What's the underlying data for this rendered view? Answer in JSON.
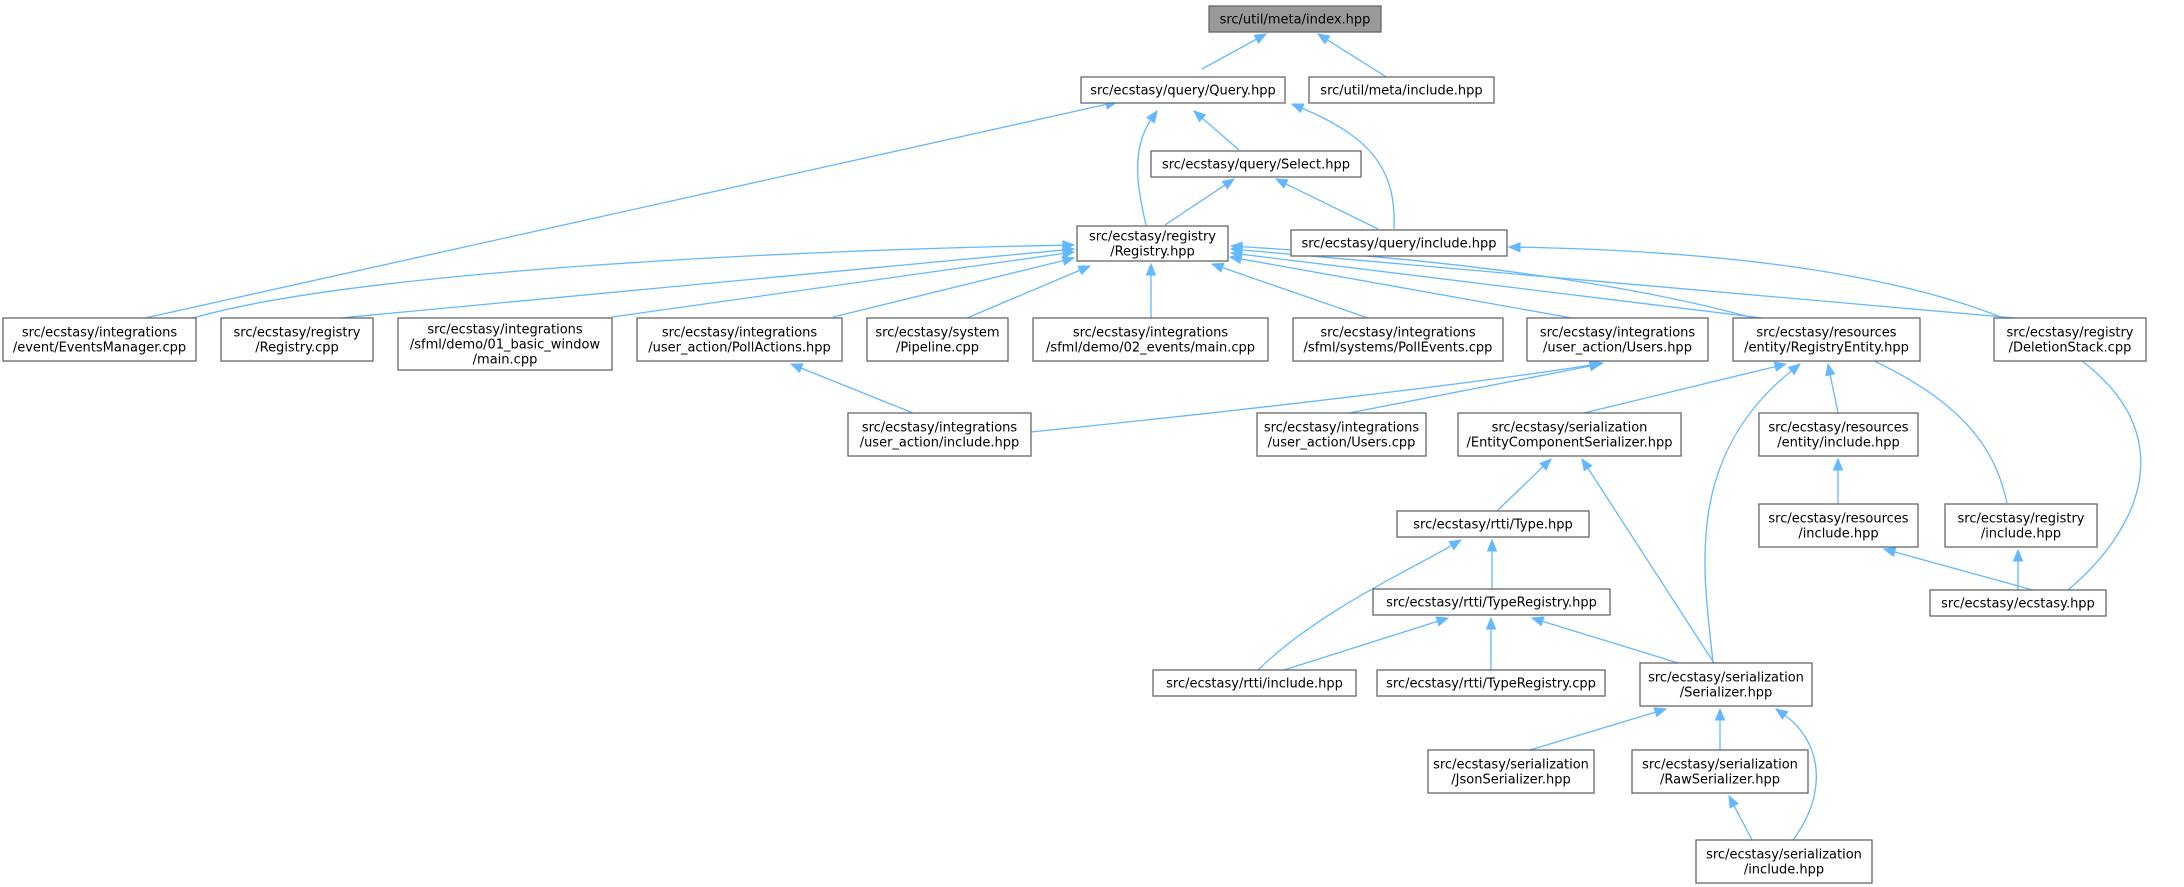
{
  "graph": {
    "nodes": [
      {
        "id": "n0",
        "lines": [
          "src/util/meta/index.hpp"
        ],
        "root": true
      },
      {
        "id": "n1",
        "lines": [
          "src/ecstasy/query/Query.hpp"
        ]
      },
      {
        "id": "n2",
        "lines": [
          "src/util/meta/include.hpp"
        ]
      },
      {
        "id": "n3",
        "lines": [
          "src/ecstasy/query/Select.hpp"
        ]
      },
      {
        "id": "n4",
        "lines": [
          "src/ecstasy/registry",
          "/Registry.hpp"
        ]
      },
      {
        "id": "n5",
        "lines": [
          "src/ecstasy/query/include.hpp"
        ]
      },
      {
        "id": "n6",
        "lines": [
          "src/ecstasy/integrations",
          "/event/EventsManager.cpp"
        ]
      },
      {
        "id": "n7",
        "lines": [
          "src/ecstasy/registry",
          "/Registry.cpp"
        ]
      },
      {
        "id": "n8",
        "lines": [
          "src/ecstasy/integrations",
          "/sfml/demo/01_basic_window",
          "/main.cpp"
        ]
      },
      {
        "id": "n9",
        "lines": [
          "src/ecstasy/integrations",
          "/user_action/PollActions.hpp"
        ]
      },
      {
        "id": "n10",
        "lines": [
          "src/ecstasy/system",
          "/Pipeline.cpp"
        ]
      },
      {
        "id": "n11",
        "lines": [
          "src/ecstasy/integrations",
          "/sfml/demo/02_events/main.cpp"
        ]
      },
      {
        "id": "n12",
        "lines": [
          "src/ecstasy/integrations",
          "/sfml/systems/PollEvents.cpp"
        ]
      },
      {
        "id": "n13",
        "lines": [
          "src/ecstasy/integrations",
          "/user_action/Users.hpp"
        ]
      },
      {
        "id": "n14",
        "lines": [
          "src/ecstasy/resources",
          "/entity/RegistryEntity.hpp"
        ]
      },
      {
        "id": "n15",
        "lines": [
          "src/ecstasy/registry",
          "/DeletionStack.cpp"
        ]
      },
      {
        "id": "n16",
        "lines": [
          "src/ecstasy/integrations",
          "/user_action/include.hpp"
        ]
      },
      {
        "id": "n17",
        "lines": [
          "src/ecstasy/integrations",
          "/user_action/Users.cpp"
        ]
      },
      {
        "id": "n18",
        "lines": [
          "src/ecstasy/serialization",
          "/EntityComponentSerializer.hpp"
        ]
      },
      {
        "id": "n19",
        "lines": [
          "src/ecstasy/resources",
          "/entity/include.hpp"
        ]
      },
      {
        "id": "n20",
        "lines": [
          "src/ecstasy/rtti/Type.hpp"
        ]
      },
      {
        "id": "n21",
        "lines": [
          "src/ecstasy/resources",
          "/include.hpp"
        ]
      },
      {
        "id": "n22",
        "lines": [
          "src/ecstasy/registry",
          "/include.hpp"
        ]
      },
      {
        "id": "n23",
        "lines": [
          "src/ecstasy/rtti/TypeRegistry.hpp"
        ]
      },
      {
        "id": "n24",
        "lines": [
          "src/ecstasy/ecstasy.hpp"
        ]
      },
      {
        "id": "n25",
        "lines": [
          "src/ecstasy/rtti/include.hpp"
        ]
      },
      {
        "id": "n26",
        "lines": [
          "src/ecstasy/rtti/TypeRegistry.cpp"
        ]
      },
      {
        "id": "n27",
        "lines": [
          "src/ecstasy/serialization",
          "/Serializer.hpp"
        ]
      },
      {
        "id": "n28",
        "lines": [
          "src/ecstasy/serialization",
          "/JsonSerializer.hpp"
        ]
      },
      {
        "id": "n29",
        "lines": [
          "src/ecstasy/serialization",
          "/RawSerializer.hpp"
        ]
      },
      {
        "id": "n30",
        "lines": [
          "src/ecstasy/serialization",
          "/include.hpp"
        ]
      }
    ],
    "edges": [
      [
        "n0",
        "n1"
      ],
      [
        "n0",
        "n2"
      ],
      [
        "n1",
        "n3"
      ],
      [
        "n1",
        "n4"
      ],
      [
        "n1",
        "n5"
      ],
      [
        "n1",
        "n6"
      ],
      [
        "n3",
        "n4"
      ],
      [
        "n3",
        "n5"
      ],
      [
        "n5",
        "n24"
      ],
      [
        "n4",
        "n6"
      ],
      [
        "n4",
        "n7"
      ],
      [
        "n4",
        "n8"
      ],
      [
        "n4",
        "n9"
      ],
      [
        "n4",
        "n10"
      ],
      [
        "n4",
        "n11"
      ],
      [
        "n4",
        "n12"
      ],
      [
        "n4",
        "n13"
      ],
      [
        "n4",
        "n14"
      ],
      [
        "n4",
        "n15"
      ],
      [
        "n4",
        "n22"
      ],
      [
        "n9",
        "n16"
      ],
      [
        "n13",
        "n16"
      ],
      [
        "n13",
        "n17"
      ],
      [
        "n14",
        "n18"
      ],
      [
        "n14",
        "n19"
      ],
      [
        "n14",
        "n27"
      ],
      [
        "n18",
        "n20"
      ],
      [
        "n18",
        "n27"
      ],
      [
        "n19",
        "n21"
      ],
      [
        "n20",
        "n23"
      ],
      [
        "n20",
        "n25"
      ],
      [
        "n21",
        "n24"
      ],
      [
        "n22",
        "n24"
      ],
      [
        "n23",
        "n25"
      ],
      [
        "n23",
        "n26"
      ],
      [
        "n23",
        "n27"
      ],
      [
        "n27",
        "n28"
      ],
      [
        "n27",
        "n29"
      ],
      [
        "n27",
        "n30"
      ],
      [
        "n29",
        "n30"
      ]
    ]
  }
}
